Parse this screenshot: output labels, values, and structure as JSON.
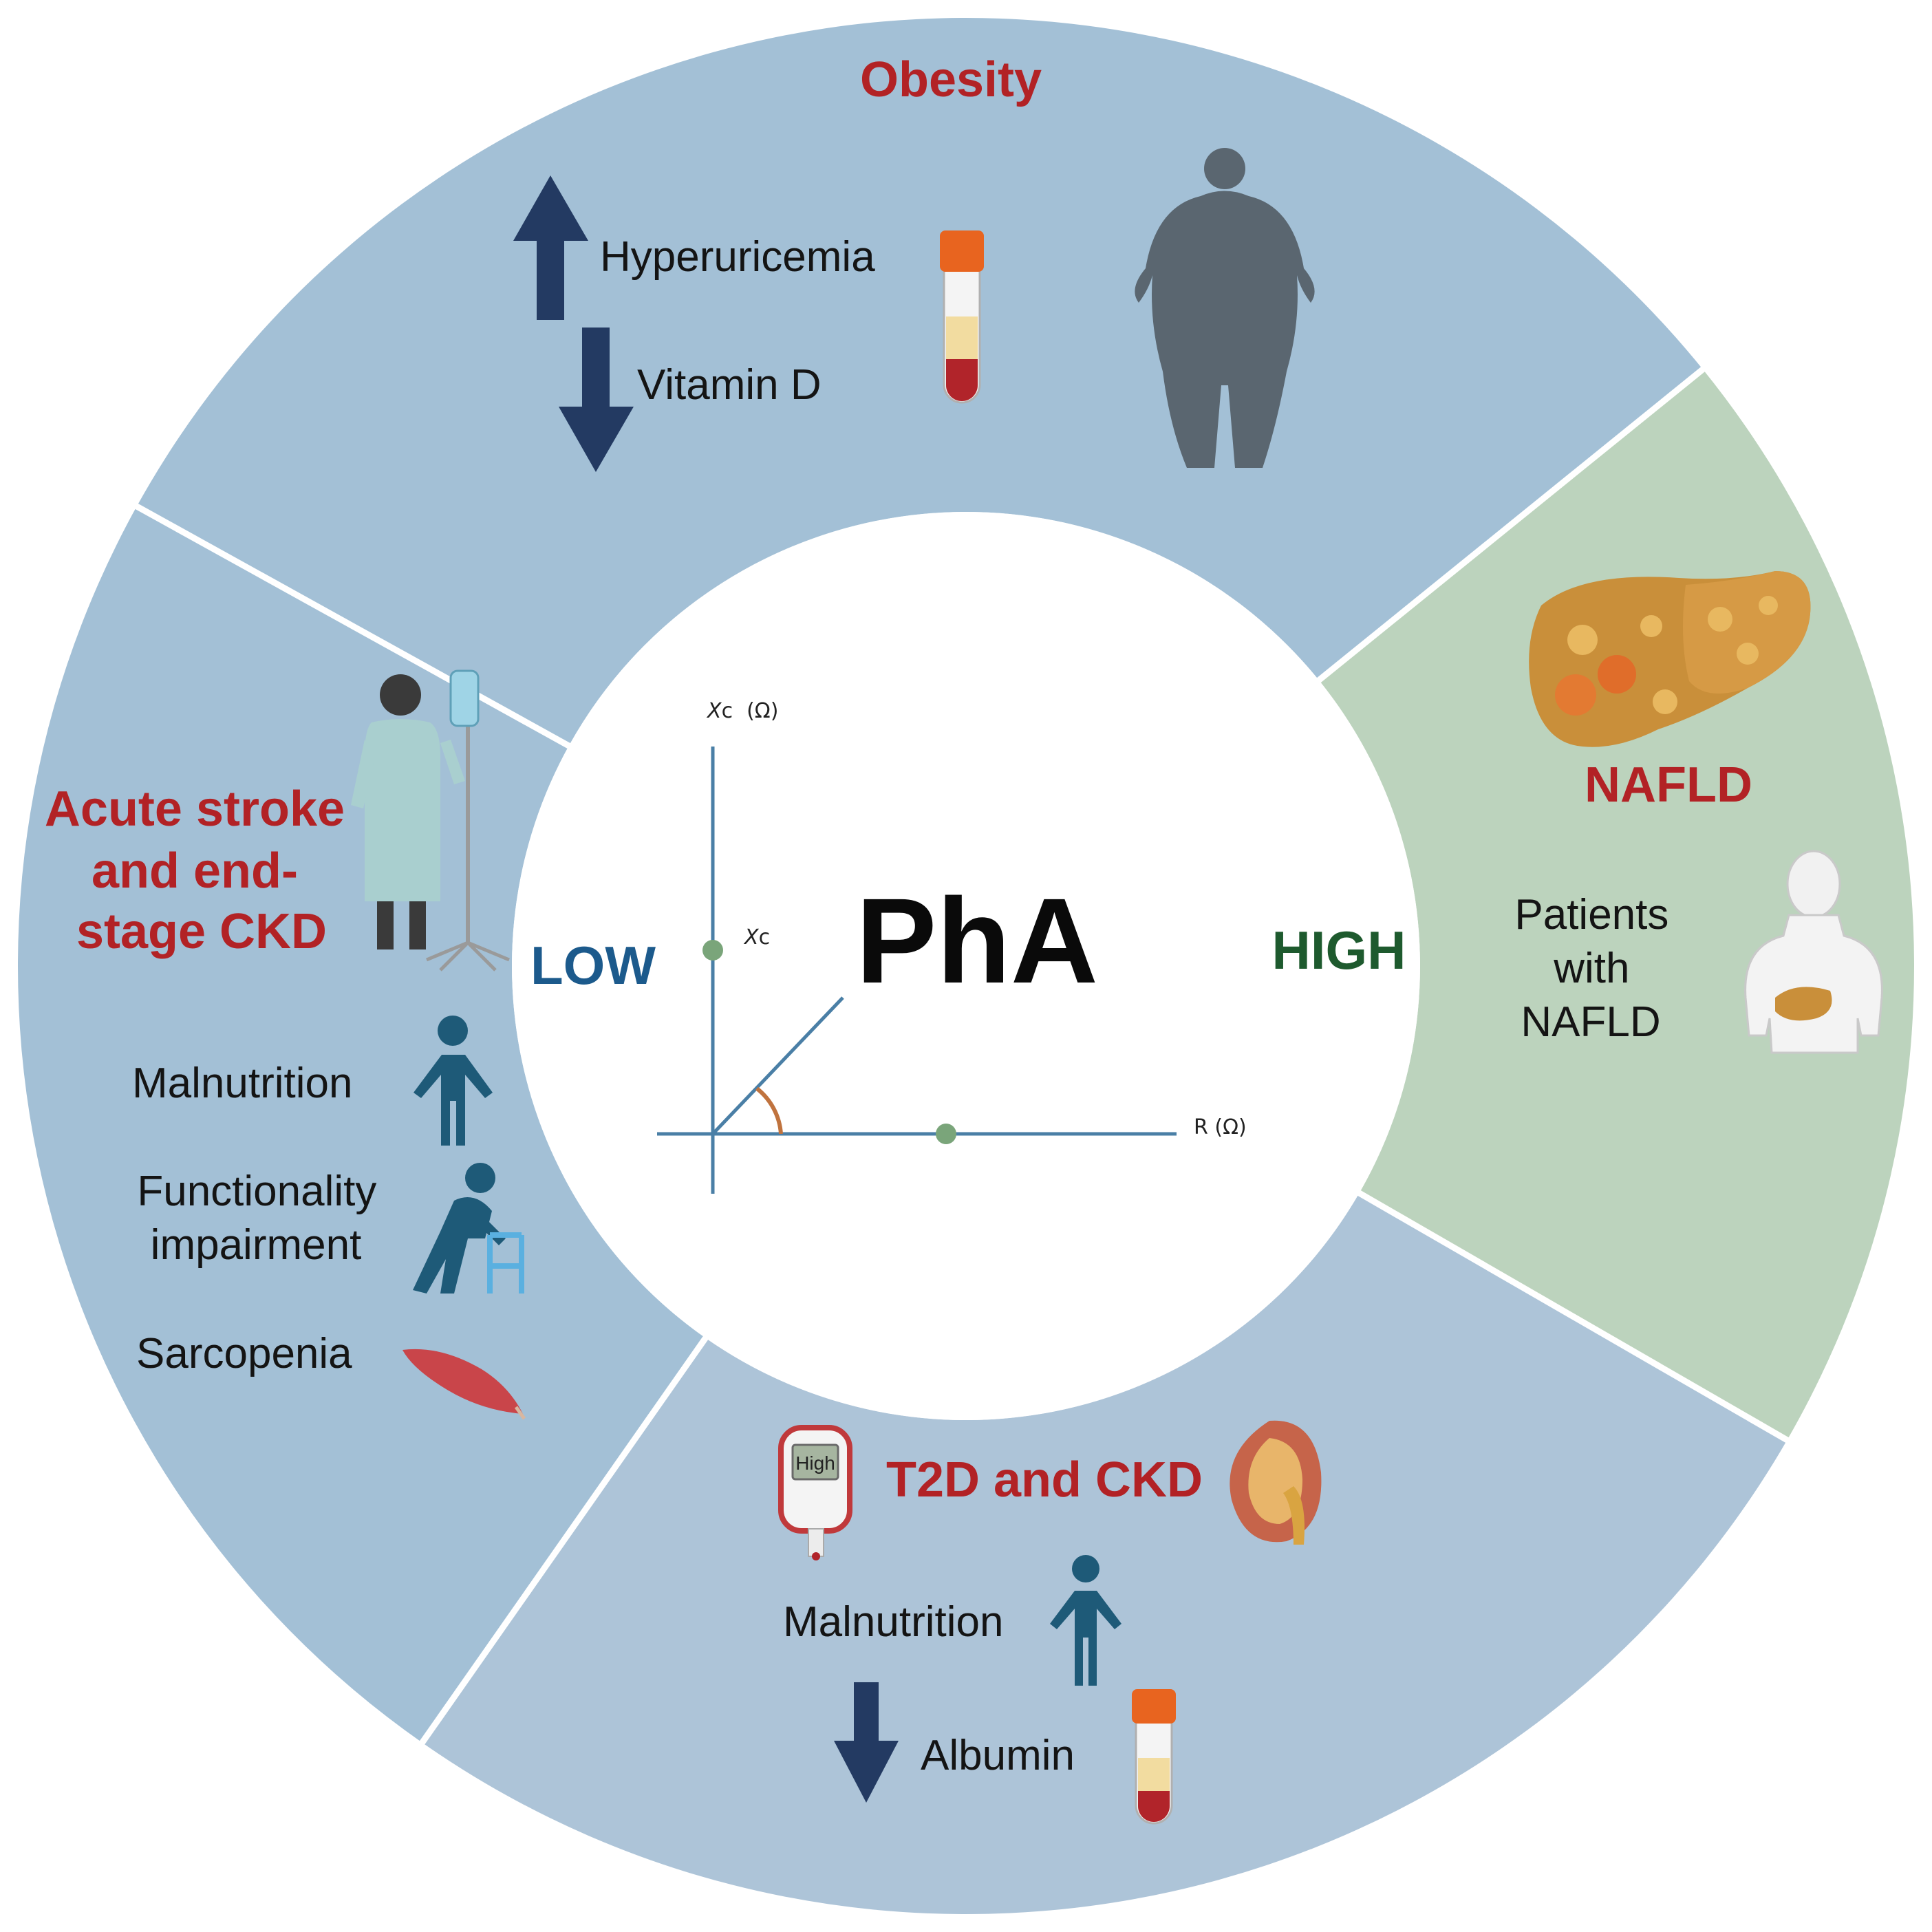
{
  "center": {
    "title": "PhA",
    "low_label": "LOW",
    "high_label": "HIGH",
    "axis_y_label": "Xc (Ω)",
    "axis_y_label_var": "X",
    "axis_y_label_sub": "c",
    "axis_y_label_unit": "(Ω)",
    "point_label_var": "X",
    "point_label_sub": "c",
    "axis_x_label": "R (Ω)"
  },
  "segments": {
    "obesity": {
      "title": "Obesity",
      "items": [
        {
          "label": "Hyperuricemia",
          "direction": "up",
          "icon": "up-arrow-icon"
        },
        {
          "label": "Vitamin D",
          "direction": "down",
          "icon": "down-arrow-icon"
        }
      ],
      "icons": [
        "blood-tube-icon",
        "obese-person-icon"
      ]
    },
    "nafld": {
      "title": "NAFLD",
      "subtitle_lines": [
        "Patients",
        "with",
        "NAFLD"
      ],
      "icons": [
        "fatty-liver-icon",
        "patient-torso-icon"
      ]
    },
    "t2d_ckd": {
      "title": "T2D and CKD",
      "glucometer_text": "High",
      "items": [
        {
          "label": "Malnutrition",
          "icon": "person-icon"
        },
        {
          "label": "Albumin",
          "direction": "down",
          "icon": "down-arrow-icon"
        }
      ],
      "icons": [
        "glucometer-icon",
        "kidney-icon",
        "blood-tube-icon"
      ]
    },
    "stroke_ckd": {
      "title_lines": [
        "Acute stroke",
        "and end-",
        "stage CKD"
      ],
      "items": [
        {
          "label": "Malnutrition",
          "icon": "person-icon"
        },
        {
          "label_lines": [
            "Functionality",
            "impairment"
          ],
          "icon": "walker-person-icon"
        },
        {
          "label": "Sarcopenia",
          "icon": "muscle-icon"
        }
      ],
      "icons": [
        "hospital-patient-icon"
      ]
    }
  },
  "colors": {
    "blue_segment": "#a3c0d6",
    "blue_segment_bottom": "#adc4d8",
    "green_segment": "#bcd3bd",
    "title_red": "#b22225",
    "arrow_navy": "#233a62",
    "axis_blue": "#4a7fa6",
    "point_green": "#7aa57a",
    "angle_arc": "#c0733e",
    "person_teal": "#1e5a78"
  }
}
